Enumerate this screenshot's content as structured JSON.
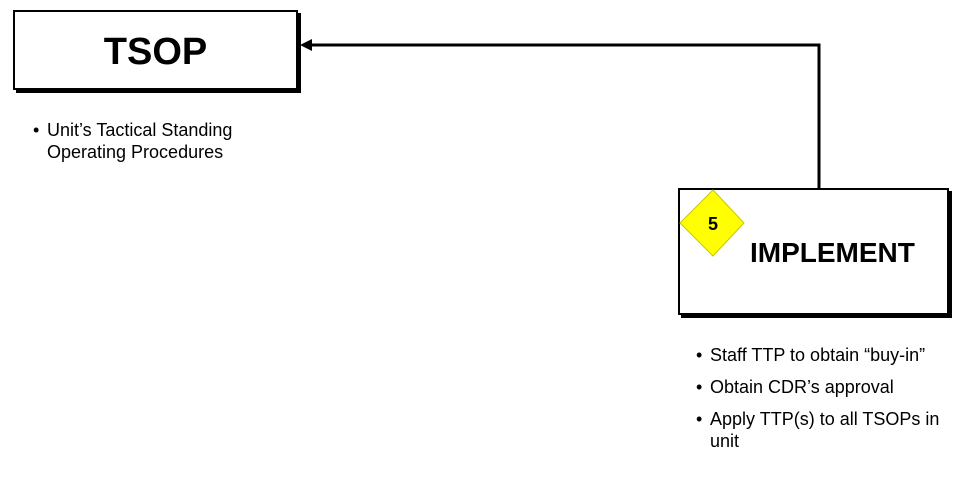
{
  "tsop": {
    "title": "TSOP",
    "bullets": [
      "Unit’s Tactical Standing Operating Procedures"
    ]
  },
  "implement": {
    "step_number": "5",
    "title": "IMPLEMENT",
    "bullets": [
      "Staff TTP to obtain “buy-in”",
      "Obtain CDR’s approval",
      "Apply TTP(s) to all TSOPs in unit"
    ]
  },
  "colors": {
    "step_diamond": "#ffff00",
    "line": "#000000"
  }
}
